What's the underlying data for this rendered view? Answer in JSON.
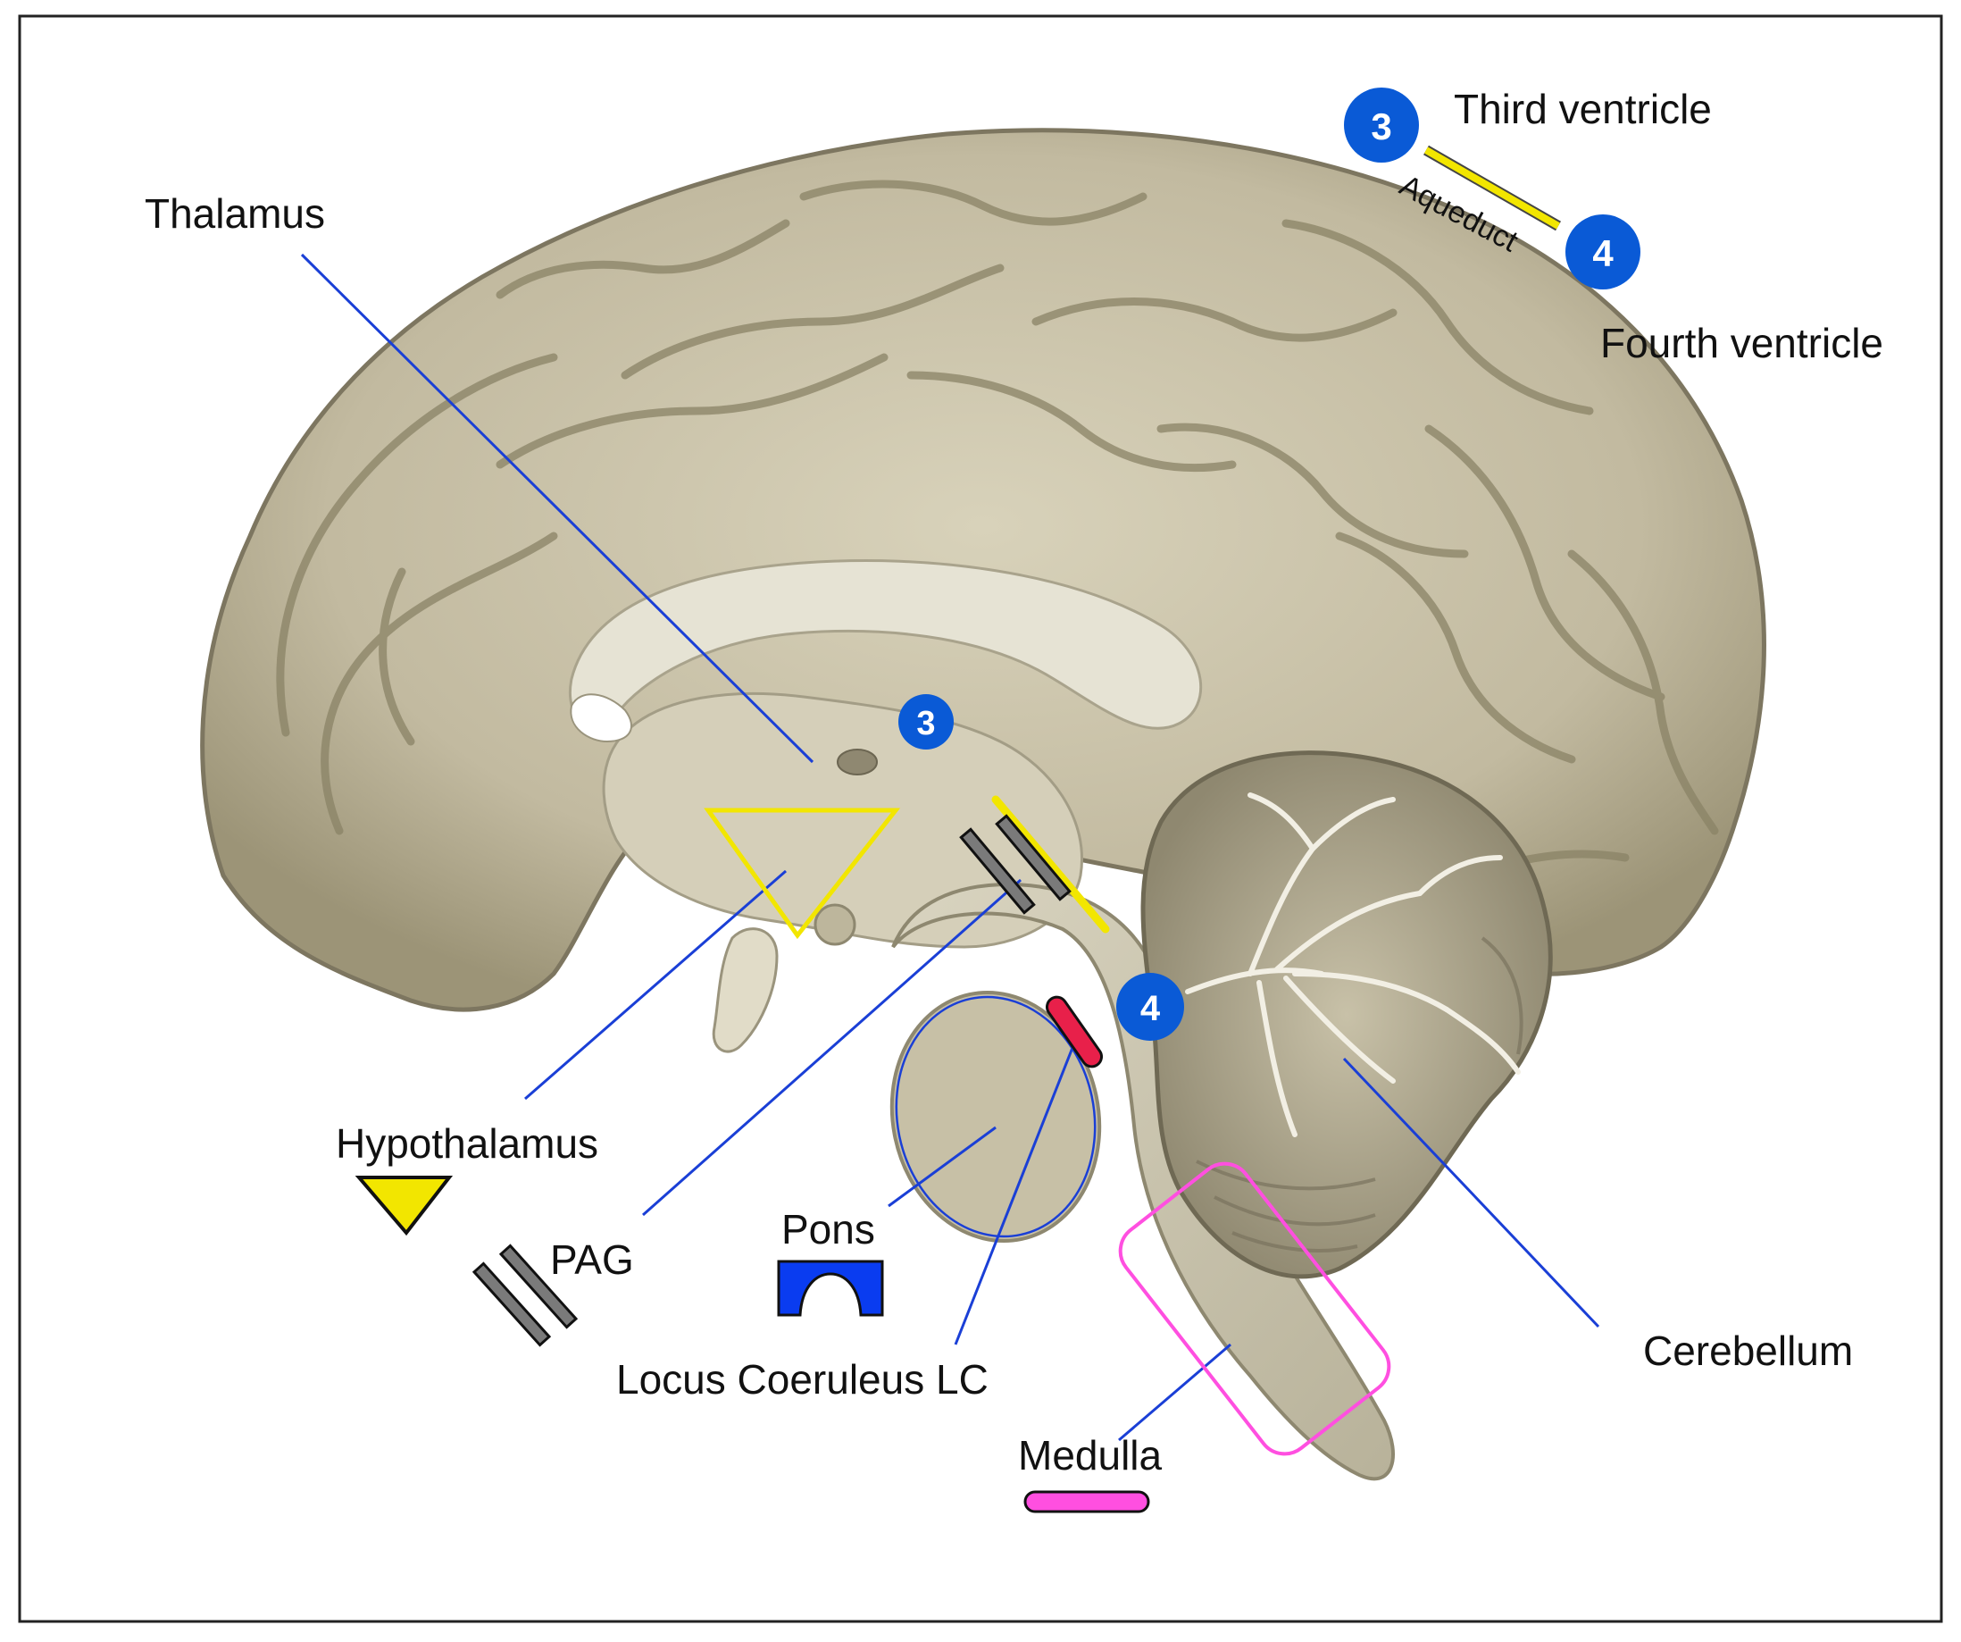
{
  "labels": {
    "thalamus": "Thalamus",
    "hypothalamus": "Hypothalamus",
    "pag": "PAG",
    "pons": "Pons",
    "locus_coeruleus": "Locus Coeruleus LC",
    "medulla": "Medulla",
    "cerebellum": "Cerebellum",
    "third_ventricle": "Third ventricle",
    "fourth_ventricle": "Fourth ventricle",
    "aqueduct": "Aqueduct"
  },
  "badges": {
    "third": "3",
    "fourth": "4"
  },
  "colors": {
    "leader_line": "#1a3fd6",
    "hypothalamus": "#f2e600",
    "pag": "#7a7a7a",
    "pons": "#0a3cf0",
    "locus_coeruleus": "#e8204a",
    "medulla": "#ff4fe0",
    "aqueduct": "#f2e600",
    "badge": "#0a5ad6",
    "brain_cortex": "#c9c2a8",
    "brain_shadow": "#8a8366"
  },
  "icons": {
    "hypothalamus_marker": "downward-triangle-icon",
    "pag_marker": "double-bar-icon",
    "pons_marker": "bridge-arch-icon",
    "medulla_marker": "pill-bar-icon",
    "aqueduct_marker": "yellow-bar-icon"
  }
}
